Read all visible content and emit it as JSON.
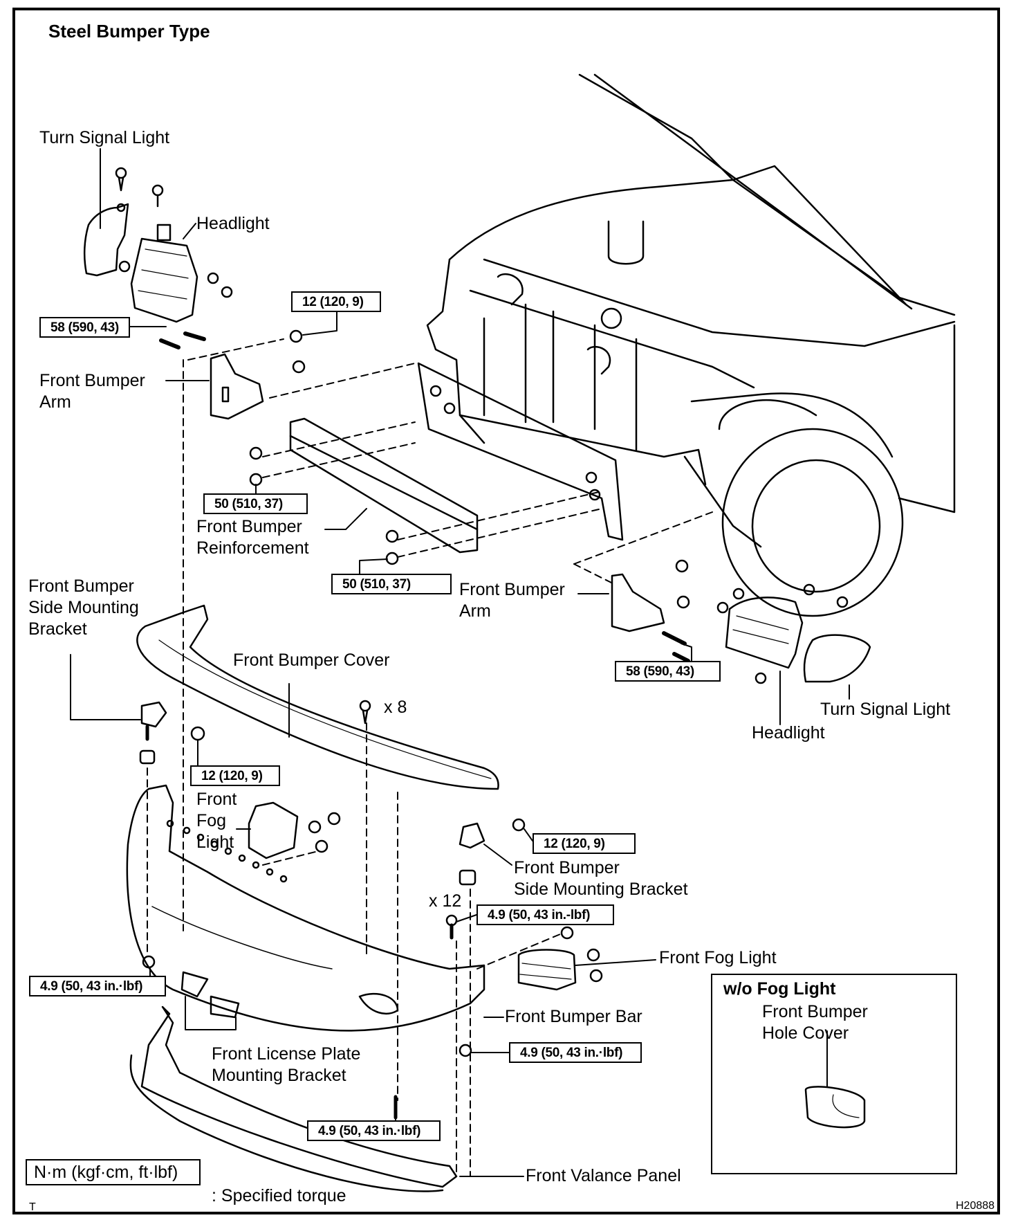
{
  "diagram": {
    "title": "Steel Bumper Type",
    "figure_id": "H20888",
    "corner_mark": "T"
  },
  "labels": {
    "turn_signal_left": "Turn Signal Light",
    "headlight_left": "Headlight",
    "front_bumper_arm_left": [
      "Front Bumper",
      "Arm"
    ],
    "front_bumper_reinforcement": [
      "Front Bumper",
      "Reinforcement"
    ],
    "side_mounting_bracket_left": [
      "Front Bumper",
      "Side Mounting",
      "Bracket"
    ],
    "front_bumper_arm_right": [
      "Front Bumper",
      "Arm"
    ],
    "front_bumper_cover": "Front Bumper Cover",
    "clip_count_cover": "x 8",
    "turn_signal_right": "Turn Signal Light",
    "headlight_right": "Headlight",
    "front_fog_light_left": [
      "Front",
      "Fog",
      "Light"
    ],
    "side_mounting_bracket_right": [
      "Front Bumper",
      "Side Mounting Bracket"
    ],
    "bolt_count": "x 12",
    "front_fog_light_right": "Front Fog Light",
    "front_bumper_bar": "Front Bumper Bar",
    "license_plate_bracket": [
      "Front License Plate",
      "Mounting Bracket"
    ],
    "front_valance_panel": "Front Valance Panel"
  },
  "torque_specs": {
    "headlight_upper_nut": "12 (120, 9)",
    "bumper_arm_bolt_left": "58 (590, 43)",
    "reinforcement_nut_upper": "50 (510, 37)",
    "reinforcement_nut_lower": "50 (510, 37)",
    "bumper_arm_bolt_right": "58 (590, 43)",
    "side_bracket_nut_left": "12 (120, 9)",
    "side_bracket_nut_right": "12 (120, 9)",
    "bar_bolt_upper": "4.9 (50, 43 in.-lbf)",
    "bar_nut_left": "4.9 (50, 43 in.·lbf)",
    "bar_nut_right": "4.9 (50, 43 in.·lbf)",
    "valance_bolt": "4.9 (50, 43 in.·lbf)"
  },
  "inset": {
    "title": "w/o Fog Light",
    "label": [
      "Front Bumper",
      "Hole Cover"
    ]
  },
  "legend": {
    "units": "N·m (kgf·cm, ft·lbf)",
    "meaning": ": Specified torque"
  }
}
